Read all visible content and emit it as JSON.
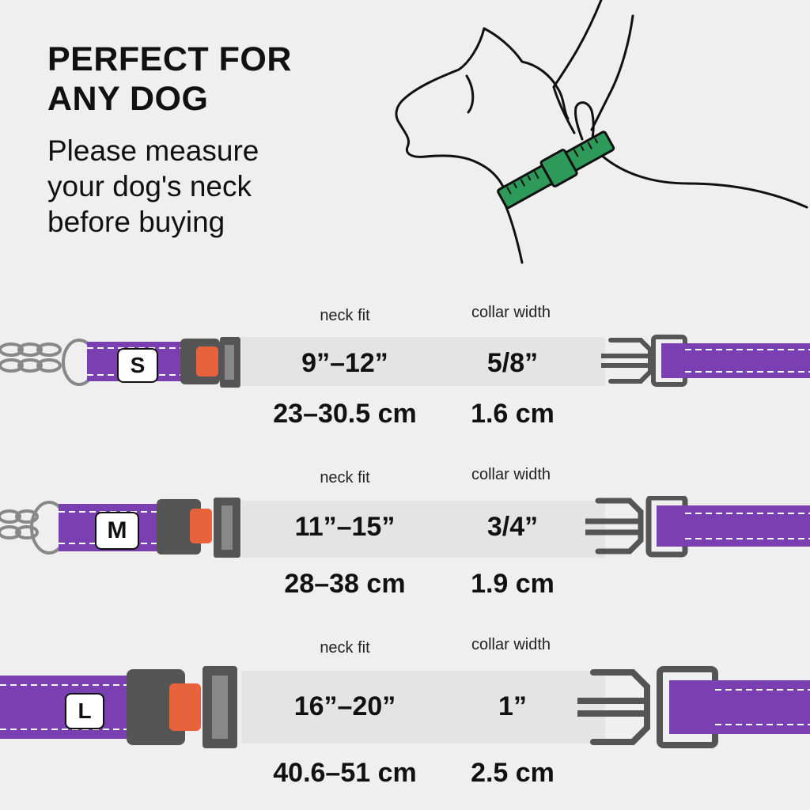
{
  "header": {
    "title_line1": "PERFECT FOR",
    "title_line2": "ANY DOG",
    "subtitle_line1": "Please measure",
    "subtitle_line2": "your dog's neck",
    "subtitle_line3": "before buying"
  },
  "colors": {
    "background": "#efefef",
    "collar_purple": "#7a3fb0",
    "buckle_orange": "#e8623b",
    "buckle_gray": "#555555",
    "tape_green": "#2e9a5a"
  },
  "sizes": [
    {
      "label": "S",
      "neck_fit_label": "neck fit",
      "collar_width_label": "collar width",
      "neck_fit_in": "9”–12”",
      "collar_width_in": "5/8”",
      "neck_fit_cm": "23–30.5 cm",
      "collar_width_cm": "1.6 cm"
    },
    {
      "label": "M",
      "neck_fit_label": "neck fit",
      "collar_width_label": "collar width",
      "neck_fit_in": "11”–15”",
      "collar_width_in": "3/4”",
      "neck_fit_cm": "28–38 cm",
      "collar_width_cm": "1.9 cm"
    },
    {
      "label": "L",
      "neck_fit_label": "neck fit",
      "collar_width_label": "collar width",
      "neck_fit_in": "16”–20”",
      "collar_width_in": "1”",
      "neck_fit_cm": "40.6–51 cm",
      "collar_width_cm": "2.5 cm"
    }
  ]
}
